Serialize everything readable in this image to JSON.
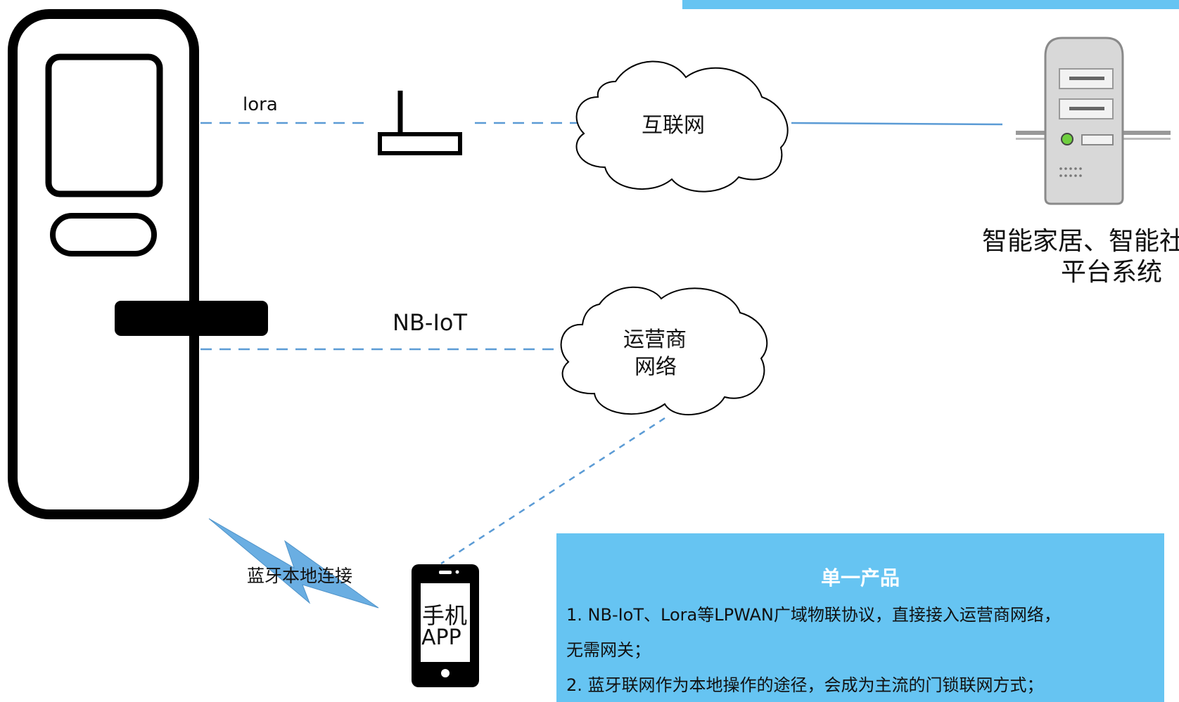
{
  "top_banner_color": "#66c4f2",
  "labels": {
    "lora": "lora",
    "nbiot": "NB-IoT",
    "internet": "互联网",
    "carrier_line1": "运营商",
    "carrier_line2": "网络",
    "platform_line1": "智能家居、智能社",
    "platform_line2": "平台系统",
    "bluetooth": "蓝牙本地连接",
    "phone_line1": "手机",
    "phone_line2": "APP"
  },
  "icons": [
    "door-lock-icon",
    "gateway-antenna-icon",
    "cloud-icon",
    "server-icon",
    "lightning-bolt-icon",
    "smartphone-icon"
  ],
  "info": {
    "title": "单一产品",
    "line1": "1. NB-IoT、Lora等LPWAN广域物联协议，直接接入运营商网络，",
    "line2": "无需网关；",
    "line3": "2. 蓝牙联网作为本地操作的途径，会成为主流的门锁联网方式；"
  }
}
